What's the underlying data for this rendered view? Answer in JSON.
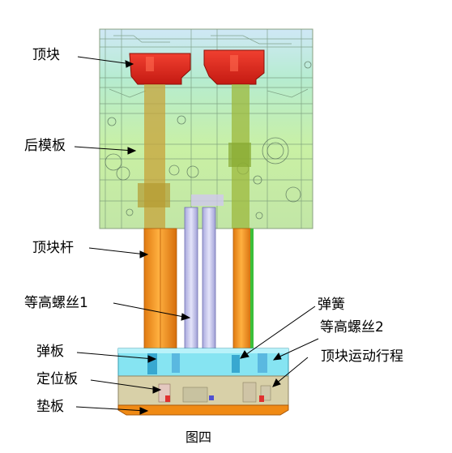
{
  "labels": {
    "top_block": "顶块",
    "rear_plate": "后模板",
    "top_block_rod": "顶块杆",
    "stripper_bolt_1": "等高螺丝1",
    "spring": "弹簧",
    "stripper_bolt_2": "等高螺丝2",
    "spring_plate": "弹板",
    "top_block_stroke": "顶块运动行程",
    "locating_plate": "定位板",
    "base_plate": "垫板"
  },
  "caption": "图四",
  "colors": {
    "top_block": "#e0281c",
    "rear_plate_top": "#b8e2f0",
    "rear_plate_bottom": "#c6ef9c",
    "rod": "#f0901c",
    "bolt": "#c8c8ee",
    "spring_plate": "#7fe0f0",
    "locating_plate": "#d8d0a8",
    "base_plate": "#f08a14"
  }
}
